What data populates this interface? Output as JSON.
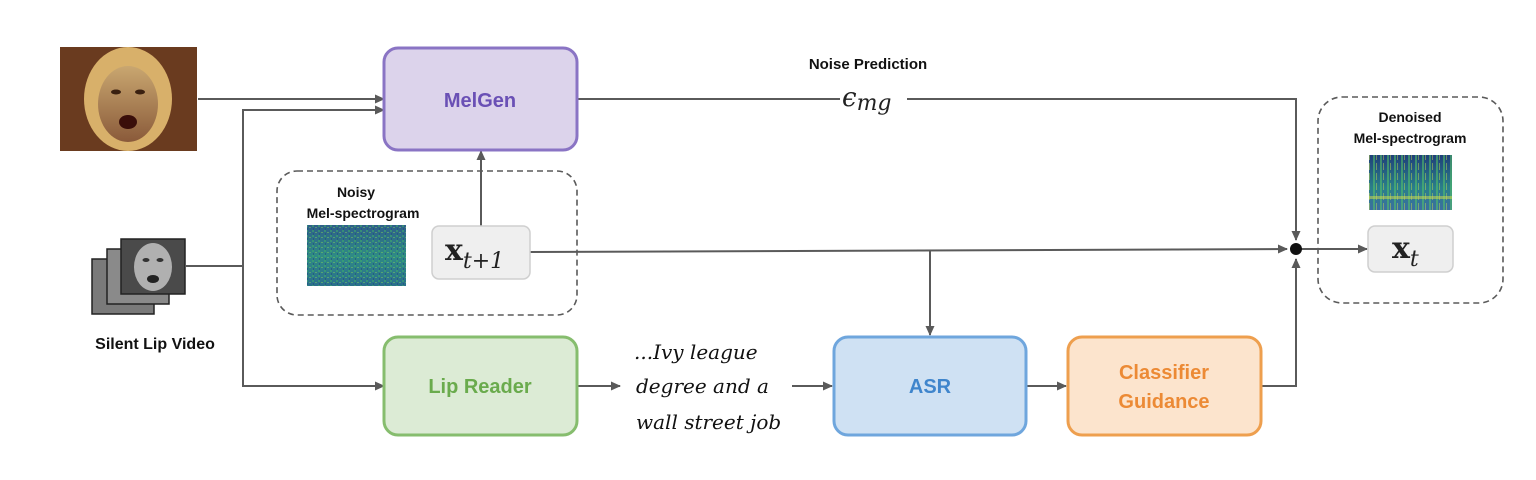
{
  "blocks": {
    "melgen": "MelGen",
    "lip_reader": "Lip Reader",
    "asr": "ASR",
    "classifier_line1": "Classifier",
    "classifier_line2": "Guidance"
  },
  "labels": {
    "noise_prediction": "Noise Prediction",
    "noisy_line1": "Noisy",
    "noisy_line2": "Mel-spectrogram",
    "denoised_line1": "Denoised",
    "denoised_line2": "Mel-spectrogram",
    "silent_lip_video": "Silent Lip Video"
  },
  "math": {
    "epsilon_base": "ϵ",
    "epsilon_sub": "mg",
    "x_next_base": "x",
    "x_next_sub": "t+1",
    "x_out_base": "x",
    "x_out_sub": "t"
  },
  "transcript": [
    "...Ivy league",
    "degree and a",
    "wall street job"
  ],
  "colors": {
    "melgen_fill": "#dcd3eb",
    "melgen_stroke": "#8a74c4",
    "melgen_text": "#6a50b5",
    "lip_fill": "#dcebd5",
    "lip_stroke": "#86bd6e",
    "lip_text": "#6aab4d",
    "asr_fill": "#cfe1f3",
    "asr_stroke": "#6fa6dd",
    "asr_text": "#3f85cc",
    "cls_fill": "#fce4cd",
    "cls_stroke": "#ee9f4e",
    "cls_text": "#ec8a35",
    "arrow": "#5a5a5a"
  }
}
